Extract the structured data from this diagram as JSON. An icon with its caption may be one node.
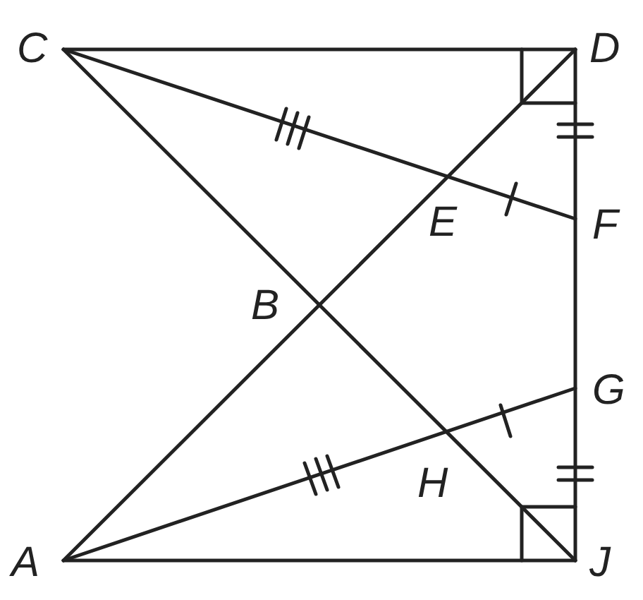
{
  "diagram": {
    "labels": [
      "C",
      "D",
      "E",
      "F",
      "B",
      "G",
      "H",
      "A",
      "J"
    ]
  }
}
